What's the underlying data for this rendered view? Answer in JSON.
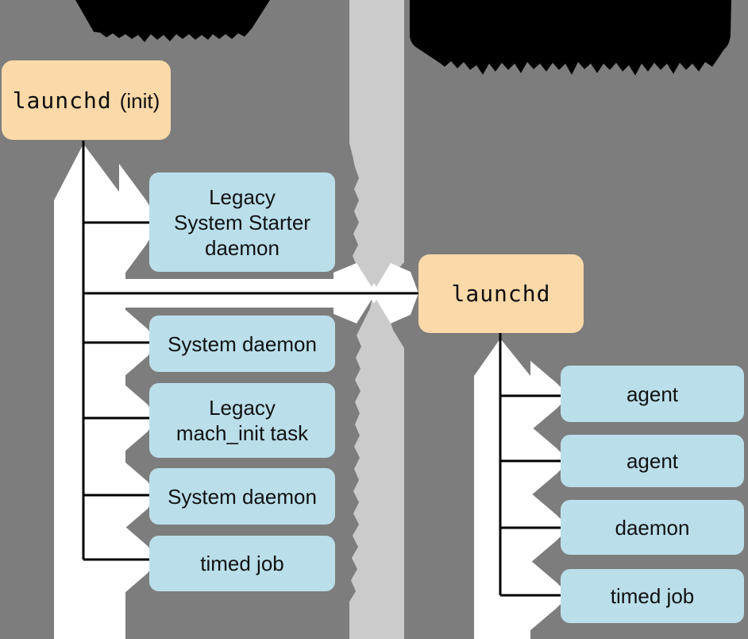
{
  "diagram": {
    "description": "launchd process hierarchy diagram with two contexts separated by a divider band",
    "colors": {
      "background": "#7d7d7d",
      "divider_band": "#cbcbcb",
      "connector_halo": "#ffffff",
      "process_box": "#fbd9a8",
      "job_box": "#badfeb",
      "connector_line": "#000000",
      "redacted_label": "#000000",
      "text": "#111111"
    },
    "left_panel": {
      "header": {
        "redacted": true
      },
      "root": {
        "name_mono": "launchd",
        "name_suffix": "(init)"
      },
      "children": [
        {
          "lines": [
            "Legacy",
            "System Starter",
            "daemon"
          ]
        },
        {
          "lines": [
            "System daemon"
          ]
        },
        {
          "lines": [
            "Legacy",
            "mach_init task"
          ]
        },
        {
          "lines": [
            "System daemon"
          ]
        },
        {
          "lines": [
            "timed job"
          ]
        }
      ]
    },
    "right_panel": {
      "header": {
        "redacted": true
      },
      "root": {
        "name_mono": "launchd"
      },
      "children": [
        {
          "lines": [
            "agent"
          ]
        },
        {
          "lines": [
            "agent"
          ]
        },
        {
          "lines": [
            "daemon"
          ]
        },
        {
          "lines": [
            "timed job"
          ]
        }
      ]
    }
  }
}
